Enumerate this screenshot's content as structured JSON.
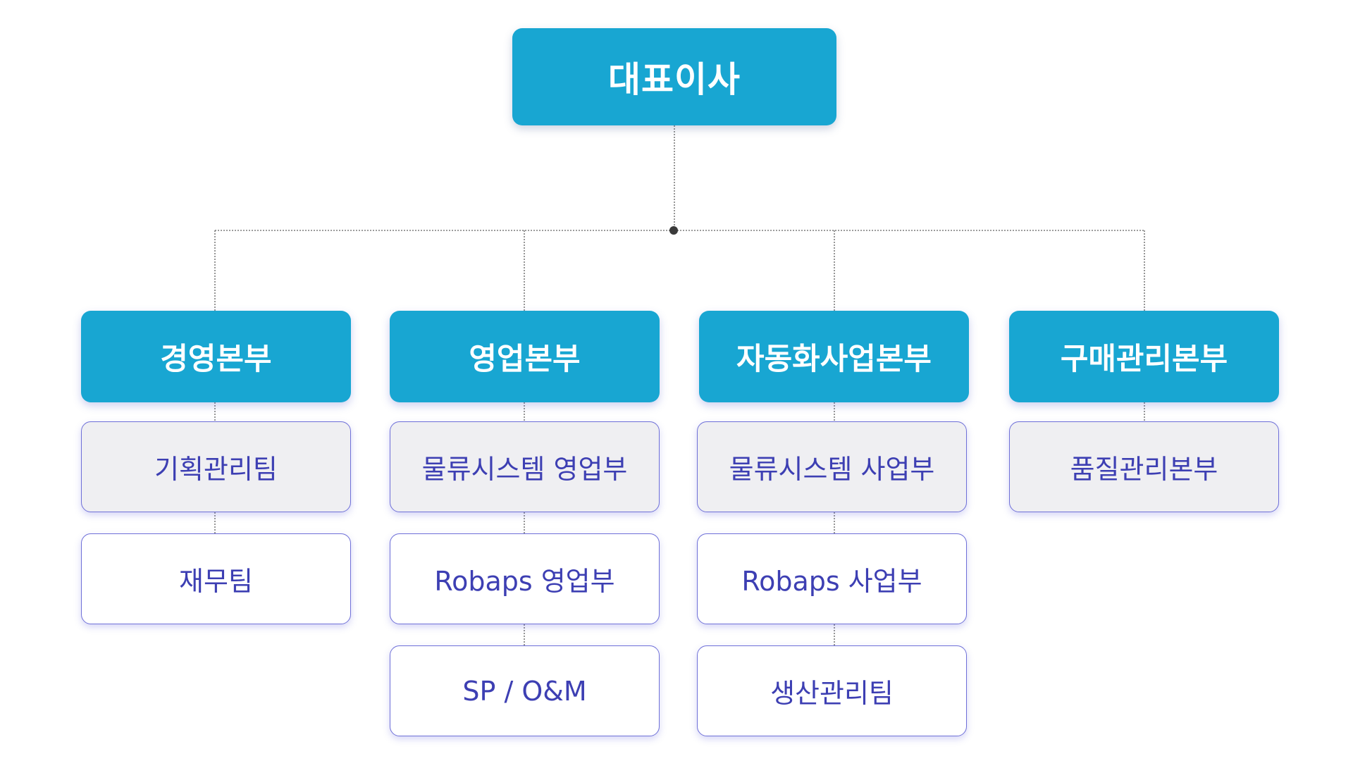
{
  "ceo": {
    "label": "대표이사"
  },
  "divisions": [
    {
      "label": "경영본부",
      "teams": [
        "기획관리팀",
        "재무팀"
      ]
    },
    {
      "label": "영업본부",
      "teams": [
        "물류시스템 영업부",
        "Robaps 영업부",
        "SP / O&M"
      ]
    },
    {
      "label": "자동화사업본부",
      "teams": [
        "물류시스템 사업부",
        "Robaps 사업부",
        "생산관리팀"
      ]
    },
    {
      "label": "구매관리본부",
      "teams": [
        "품질관리본부"
      ]
    }
  ],
  "colors": {
    "header_fill": "#18a6d2",
    "header_text": "#ffffff",
    "team_border": "#6f70d8",
    "team_text": "#3d3fb3",
    "team_fill_first": "#efeff2",
    "team_fill_rest": "#ffffff",
    "connector": "#7d7d7d"
  }
}
